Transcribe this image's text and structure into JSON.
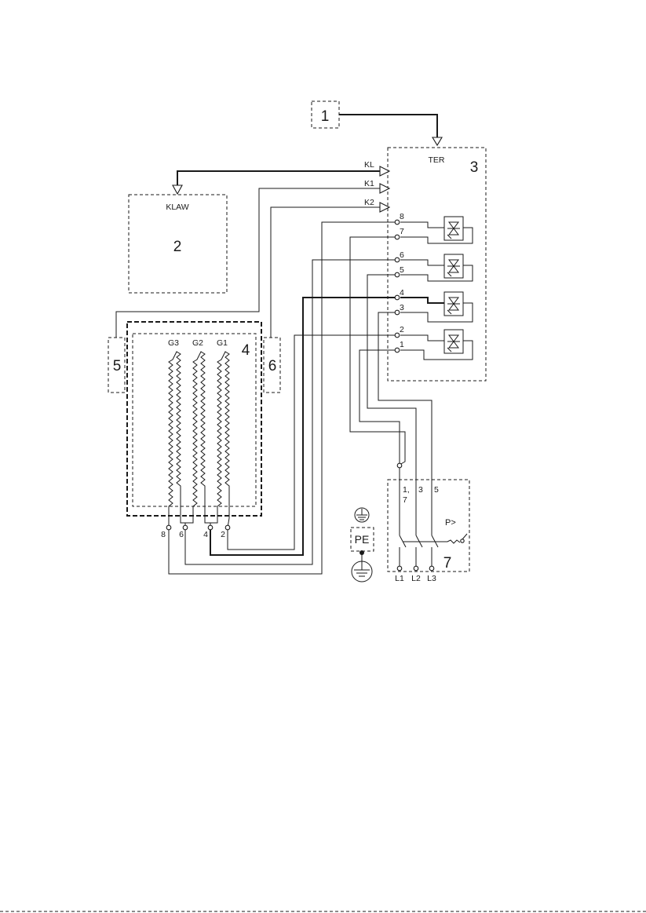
{
  "blocks": {
    "b1": "1",
    "b2": "2",
    "b2_label": "KLAW",
    "b3": "3",
    "b3_label": "TER",
    "b4": "4",
    "b5": "5",
    "b6": "6",
    "b7": "7"
  },
  "ter_inputs": [
    "KL",
    "K1",
    "K2"
  ],
  "ter_terminals": [
    "8",
    "7",
    "6",
    "5",
    "4",
    "3",
    "2",
    "1"
  ],
  "heater_groups": [
    "G3",
    "G2",
    "G1"
  ],
  "heater_terminals": [
    "8",
    "6",
    "4",
    "2"
  ],
  "breaker": {
    "top_labels": [
      "1,",
      "7",
      "3",
      "5"
    ],
    "overload": "P>",
    "phases": [
      "L1",
      "L2",
      "L3"
    ]
  },
  "pe": {
    "label": "PE"
  }
}
